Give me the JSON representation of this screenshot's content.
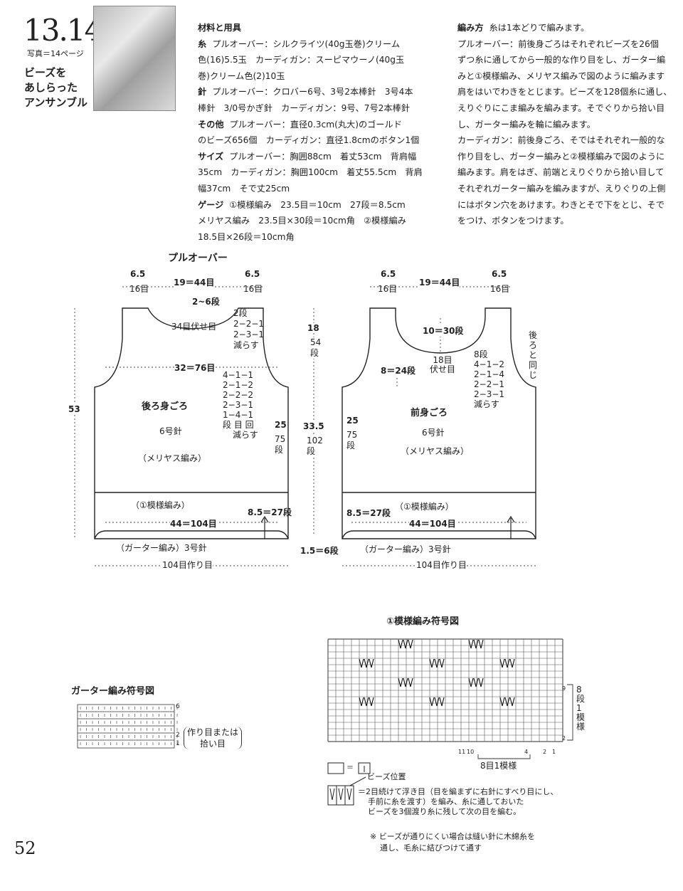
{
  "header": {
    "pattern_no": "13.14",
    "photo_ref": "写真＝14ページ",
    "tagline": [
      "ビーズを",
      "あしらった",
      "アンサンブル"
    ]
  },
  "materials": {
    "heading": "材料と用具",
    "lines": [
      {
        "key": "糸",
        "text": "プルオーバー：シルクライツ(40g玉巻)クリーム"
      },
      {
        "key": "",
        "text": "色(16)5.5玉　カーディガン：スーピマウーノ(40g玉"
      },
      {
        "key": "",
        "text": "巻)クリーム色(2)10玉"
      },
      {
        "key": "針",
        "text": "プルオーバー：クロバー6号、3号2本棒針　3号4本"
      },
      {
        "key": "",
        "text": "棒針　3/0号かぎ針　カーディガン：9号、7号2本棒針"
      },
      {
        "key": "その他",
        "text": "プルオーバー：直径0.3cm(丸大)のゴールド"
      },
      {
        "key": "",
        "text": "のビーズ656個　カーディガン：直径1.8cmのボタン1個"
      },
      {
        "key": "サイズ",
        "text": "プルオーバー：胸囲88cm　着丈53cm　背肩幅"
      },
      {
        "key": "",
        "text": "35cm　カーディガン：胸囲100cm　着丈55.5cm　背肩"
      },
      {
        "key": "",
        "text": "幅37cm　そで丈25cm"
      },
      {
        "key": "ゲージ",
        "text": "①模様編み　23.5目＝10cm　27段＝8.5cm"
      },
      {
        "key": "",
        "text": "メリヤス編み　23.5目×30段＝10cm角　②模様編み"
      },
      {
        "key": "",
        "text": "18.5目×26段＝10cm角"
      }
    ]
  },
  "method": {
    "lines": [
      {
        "key": "編み方",
        "text": "糸は1本どりで編みます。"
      },
      {
        "key": "",
        "text": "プルオーバー：前後身ごろはそれぞれビーズを26個"
      },
      {
        "key": "",
        "text": "ずつ糸に通してから一般的な作り目をし、ガーター編"
      },
      {
        "key": "",
        "text": "みと①模様編み、メリヤス編みで図のように編みます"
      },
      {
        "key": "",
        "text": "肩をはいでわきをとじます。ビーズを128個糸に通し、"
      },
      {
        "key": "",
        "text": "えりぐりにこま編みを編みます。そでぐりから拾い目"
      },
      {
        "key": "",
        "text": "し、ガーター編みを輪に編みます。"
      },
      {
        "key": "",
        "text": "カーディガン：前後身ごろ、そではそれぞれ一般的な"
      },
      {
        "key": "",
        "text": "作り目をし、ガーター編みと②模様編みで図のように"
      },
      {
        "key": "",
        "text": "編みます。肩をはぎ、前端とえりぐりから拾い目して"
      },
      {
        "key": "",
        "text": "それぞれガーター編みを編みますが、えりぐりの上側"
      },
      {
        "key": "",
        "text": "にはボタン穴をあけます。わきとそで下をとじ、そで"
      },
      {
        "key": "",
        "text": "をつけ、ボタンをつけます。"
      }
    ]
  },
  "pullover": {
    "title": "プルオーバー",
    "back": {
      "name": "後ろ身ごろ",
      "needle": "6号針",
      "stitch": "（メリヤス編み）",
      "pattern": "（①模様編み）",
      "garter": "（ガーター編み）3号針",
      "cast_on": "104目作り目",
      "top_left_cm": "6.5",
      "top_left_st": "16目",
      "top_mid": "19＝44目",
      "top_right_cm": "6.5",
      "top_right_st": "16目",
      "neck_rows": "2~6段",
      "bind_off": "34目伏せ目",
      "neck_dec": [
        "2段",
        "2−2−1",
        "2−3−1",
        "減らす"
      ],
      "chest": "32＝76目",
      "arm_dec": [
        "4−1−1",
        "2−1−2",
        "2−2−2",
        "2−3−1",
        "1−4−1",
        "段 目 回",
        "減らす"
      ],
      "arm_cm": "25",
      "arm_rows": [
        "75",
        "段"
      ],
      "height": "53",
      "pat_h": "8.5＝27段",
      "bottom": "44＝104目"
    },
    "center": {
      "h1": "18",
      "h1_rows": [
        "54",
        "段"
      ],
      "h2": "33.5",
      "h2_rows": [
        "102",
        "段"
      ],
      "garter_h": "1.5＝6段"
    },
    "front": {
      "name": "前身ごろ",
      "needle": "6号針",
      "stitch": "（メリヤス編み）",
      "pattern": "（①模様編み）",
      "garter": "（ガーター編み）3号針",
      "cast_on": "104目作り目",
      "top_left_cm": "6.5",
      "top_left_st": "16目",
      "top_mid": "19＝44目",
      "top_right_cm": "6.5",
      "top_right_st": "16目",
      "neck_depth": "10＝30段",
      "neck_bind": [
        "18目",
        "伏せ目"
      ],
      "neck_side": "8＝24段",
      "neck_dec": [
        "8段",
        "4−1−2",
        "2−1−4",
        "2−2−1",
        "2−3−1",
        "減らす"
      ],
      "same_as_back": [
        "後",
        "ろ",
        "と",
        "同",
        "じ"
      ],
      "arm_cm": "25",
      "arm_rows": [
        "75",
        "段"
      ],
      "pat_h": "8.5＝27段",
      "bottom": "44＝104目"
    }
  },
  "garter_chart": {
    "title": "ガーター編み符号図",
    "row_nums": [
      "6",
      "2",
      "1"
    ],
    "note": [
      "作り目または",
      "拾い目"
    ]
  },
  "pattern_chart": {
    "title": "①模様編み符号図",
    "col_nums": [
      "11",
      "10",
      "4",
      "2",
      "1"
    ],
    "row_nums": [
      "9",
      "2"
    ],
    "repeat_rows": [
      "8",
      "段",
      "1",
      "模",
      "様"
    ],
    "repeat_sts": "8目1模様",
    "legend_blank_eq": "＝",
    "bead_pos": "ビーズ位置",
    "bead_desc": [
      "＝2目続けて浮き目（目を編まずに右針にすべり目にし、",
      "手前に糸を渡す）を編み、糸に通しておいた",
      "ビーズを3個渡り糸に残して次の目を編む。"
    ],
    "note": [
      "※ ビーズが通りにくい場合は縫い針に木綿糸を",
      "通し、毛糸に結びつけて通す"
    ]
  },
  "page_number": "52"
}
